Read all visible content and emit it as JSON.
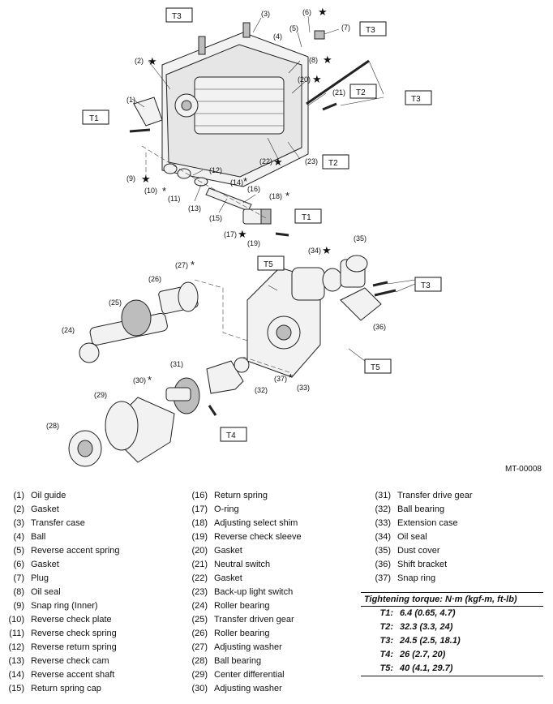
{
  "figure": {
    "code": "MT-00008",
    "callouts": [
      "(1)",
      "(2)",
      "(3)",
      "(4)",
      "(5)",
      "(6)",
      "(7)",
      "(8)",
      "(9)",
      "(10)",
      "(11)",
      "(12)",
      "(13)",
      "(14)",
      "(15)",
      "(16)",
      "(17)",
      "(18)",
      "(19)",
      "(20)",
      "(21)",
      "(22)",
      "(23)",
      "(24)",
      "(25)",
      "(26)",
      "(27)",
      "(28)",
      "(29)",
      "(30)",
      "(31)",
      "(32)",
      "(33)",
      "(34)",
      "(35)",
      "(36)",
      "(37)"
    ],
    "torque_boxes": [
      "T1",
      "T2",
      "T3",
      "T4",
      "T5"
    ],
    "star": "★",
    "asterisk": "*"
  },
  "legend": {
    "col1": [
      {
        "num": "(1)",
        "name": "Oil guide"
      },
      {
        "num": "(2)",
        "name": "Gasket"
      },
      {
        "num": "(3)",
        "name": "Transfer case"
      },
      {
        "num": "(4)",
        "name": "Ball"
      },
      {
        "num": "(5)",
        "name": "Reverse accent spring"
      },
      {
        "num": "(6)",
        "name": "Gasket"
      },
      {
        "num": "(7)",
        "name": "Plug"
      },
      {
        "num": "(8)",
        "name": "Oil seal"
      },
      {
        "num": "(9)",
        "name": "Snap ring (Inner)"
      },
      {
        "num": "(10)",
        "name": "Reverse check plate"
      },
      {
        "num": "(11)",
        "name": "Reverse check spring"
      },
      {
        "num": "(12)",
        "name": "Reverse return spring"
      },
      {
        "num": "(13)",
        "name": "Reverse check cam"
      },
      {
        "num": "(14)",
        "name": "Reverse accent shaft"
      },
      {
        "num": "(15)",
        "name": "Return spring cap"
      }
    ],
    "col2": [
      {
        "num": "(16)",
        "name": "Return spring"
      },
      {
        "num": "(17)",
        "name": "O-ring"
      },
      {
        "num": "(18)",
        "name": "Adjusting select shim"
      },
      {
        "num": "(19)",
        "name": "Reverse check sleeve"
      },
      {
        "num": "(20)",
        "name": "Gasket"
      },
      {
        "num": "(21)",
        "name": "Neutral switch"
      },
      {
        "num": "(22)",
        "name": "Gasket"
      },
      {
        "num": "(23)",
        "name": "Back-up light switch"
      },
      {
        "num": "(24)",
        "name": "Roller bearing"
      },
      {
        "num": "(25)",
        "name": "Transfer driven gear"
      },
      {
        "num": "(26)",
        "name": "Roller bearing"
      },
      {
        "num": "(27)",
        "name": "Adjusting washer"
      },
      {
        "num": "(28)",
        "name": "Ball bearing"
      },
      {
        "num": "(29)",
        "name": "Center differential"
      },
      {
        "num": "(30)",
        "name": "Adjusting washer"
      }
    ],
    "col3": [
      {
        "num": "(31)",
        "name": "Transfer drive gear"
      },
      {
        "num": "(32)",
        "name": "Ball bearing"
      },
      {
        "num": "(33)",
        "name": "Extension case"
      },
      {
        "num": "(34)",
        "name": "Oil seal"
      },
      {
        "num": "(35)",
        "name": "Dust cover"
      },
      {
        "num": "(36)",
        "name": "Shift bracket"
      },
      {
        "num": "(37)",
        "name": "Snap ring"
      }
    ]
  },
  "torque": {
    "title": "Tightening torque: N·m (kgf-m, ft-lb)",
    "rows": [
      {
        "key": "T1:",
        "value": "6.4 (0.65, 4.7)"
      },
      {
        "key": "T2:",
        "value": "32.3 (3.3, 24)"
      },
      {
        "key": "T3:",
        "value": "24.5 (2.5, 18.1)"
      },
      {
        "key": "T4:",
        "value": "26 (2.7, 20)"
      },
      {
        "key": "T5:",
        "value": "40 (4.1, 29.7)"
      }
    ]
  }
}
